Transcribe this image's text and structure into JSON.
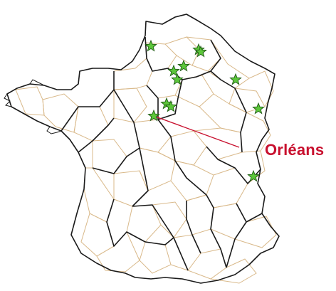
{
  "map": {
    "city_label": "Orléans",
    "colors": {
      "background": "#ffffff",
      "region_border": "#1a1a1a",
      "department_border": "#d9b98a",
      "pointer_line": "#c8102e",
      "label": "#c8102e",
      "marker_fill": "#5cc63a",
      "marker_stroke": "#1f5a14"
    },
    "markers": [
      {
        "name": "marker-somme"
      },
      {
        "name": "marker-aisne-1"
      },
      {
        "name": "marker-aisne-2"
      },
      {
        "name": "marker-oise-1"
      },
      {
        "name": "marker-oise-2"
      },
      {
        "name": "marker-oise-3"
      },
      {
        "name": "marker-meuse"
      },
      {
        "name": "marker-bas-rhin"
      },
      {
        "name": "marker-essonne-1"
      },
      {
        "name": "marker-essonne-2"
      },
      {
        "name": "marker-orleans"
      },
      {
        "name": "marker-alpes"
      }
    ]
  }
}
